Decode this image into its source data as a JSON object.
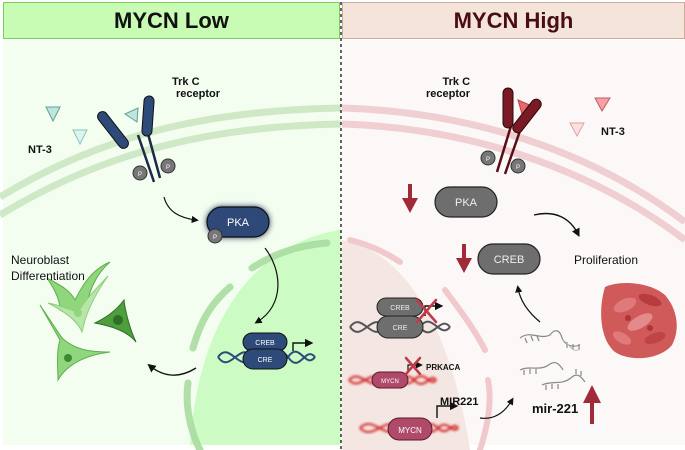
{
  "panels": {
    "low": {
      "title": "MYCN Low",
      "receptor_label_line1": "Trk C",
      "receptor_label_line2": "receptor",
      "ligand_label": "NT-3",
      "kinase_label": "PKA",
      "phospho_label": "P",
      "tf_label": "CREB",
      "element_label": "CRE",
      "outcome_line1": "Neuroblast",
      "outcome_line2": "Differentiation",
      "colors": {
        "header_bg": "#c8fcb4",
        "panel_bg": "#f3fdf0",
        "nucleus_bg": "#ccfcc4",
        "accent": "#2a4a78"
      }
    },
    "high": {
      "title": "MYCN High",
      "receptor_label_line1": "Trk C",
      "receptor_label_line2": "receptor",
      "ligand_label": "NT-3",
      "kinase_label": "PKA",
      "phospho_label": "P",
      "tf_label": "CREB",
      "nuclear_tf_label": "CREB",
      "element_label": "CRE",
      "gene_prkaca": "PRKACA",
      "gene_mir221": "MIR221",
      "mycn_label_small": "MYCN",
      "mycn_label_large": "MYCN",
      "mirna_label": "mir-221",
      "outcome_label": "Proliferation",
      "colors": {
        "header_bg": "#f4e4da",
        "panel_bg": "#fcf8f8",
        "nucleus_bg": "#f4e6e2",
        "accent": "#9b2a3a"
      }
    }
  }
}
